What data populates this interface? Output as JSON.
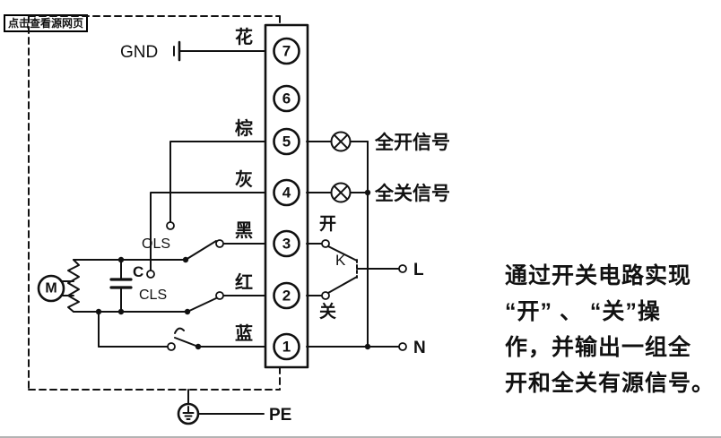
{
  "badge": {
    "label": "点击查看源网页"
  },
  "terminals": [
    "7",
    "6",
    "5",
    "4",
    "3",
    "2",
    "1"
  ],
  "wire_labels": {
    "earth": "花",
    "brown": "棕",
    "grey": "灰",
    "black": "黑",
    "red": "红",
    "blue": "蓝"
  },
  "labels": {
    "gnd": "GND",
    "ols": "OLS",
    "cls": "CLS",
    "capacitor": "C",
    "motor": "M",
    "open": "开",
    "close": "关",
    "k_switch": "K",
    "live": "L",
    "neutral": "N",
    "pe": "PE",
    "open_signal": "全开信号",
    "close_signal": "全关信号"
  },
  "description_lines": [
    "通过开关电路实现",
    "“开” 、 “关”操",
    "作，并输出一组全",
    "开和全关有源信号。"
  ],
  "colors": {
    "ink": "#111111"
  }
}
